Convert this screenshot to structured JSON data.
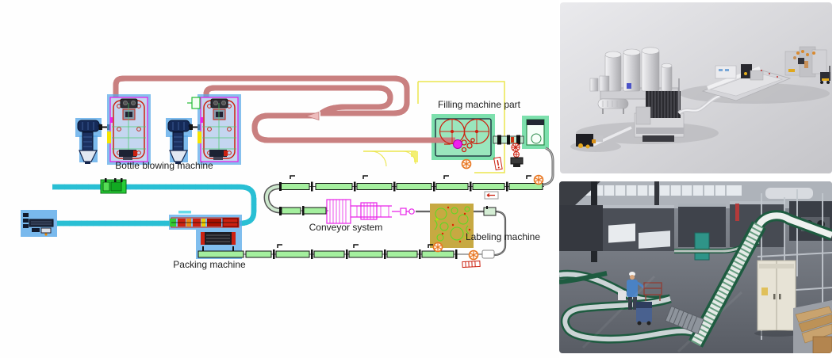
{
  "diagram": {
    "labels": {
      "bottle_blowing": "Bottle blowing machine",
      "filling": "Filling machine part",
      "conveyor": "Conveyor system",
      "labeling": "Labeling machine",
      "packing": "Packing machine"
    },
    "icons": {
      "warning_bursts": "orange-starburst-marker",
      "flow_arrow": "pink-merge-arrow",
      "alert_tag": "red-exclamation-tag"
    },
    "colors": {
      "air_conveyor_pink": "#c98080",
      "conveyor_green": "#a4ef9e",
      "machine_box_green": "#7de0ad",
      "cyan_conveyor": "#29bfd4",
      "magenta_machine": "#e822e8",
      "labeling_box_olive": "#c1a02e",
      "machine_blue": "#58a8e8",
      "red_detail": "#cc2211",
      "orange_icon": "#e87722",
      "yellow_outline": "#e9e43c",
      "label_text": "#1d1d1d"
    }
  },
  "photos": {
    "top_render": {
      "name": "production-line-3d-render",
      "background": "#d6d6d9"
    },
    "bottom_factory": {
      "name": "bottling-factory-floor-photo",
      "background": "#868b93"
    }
  }
}
